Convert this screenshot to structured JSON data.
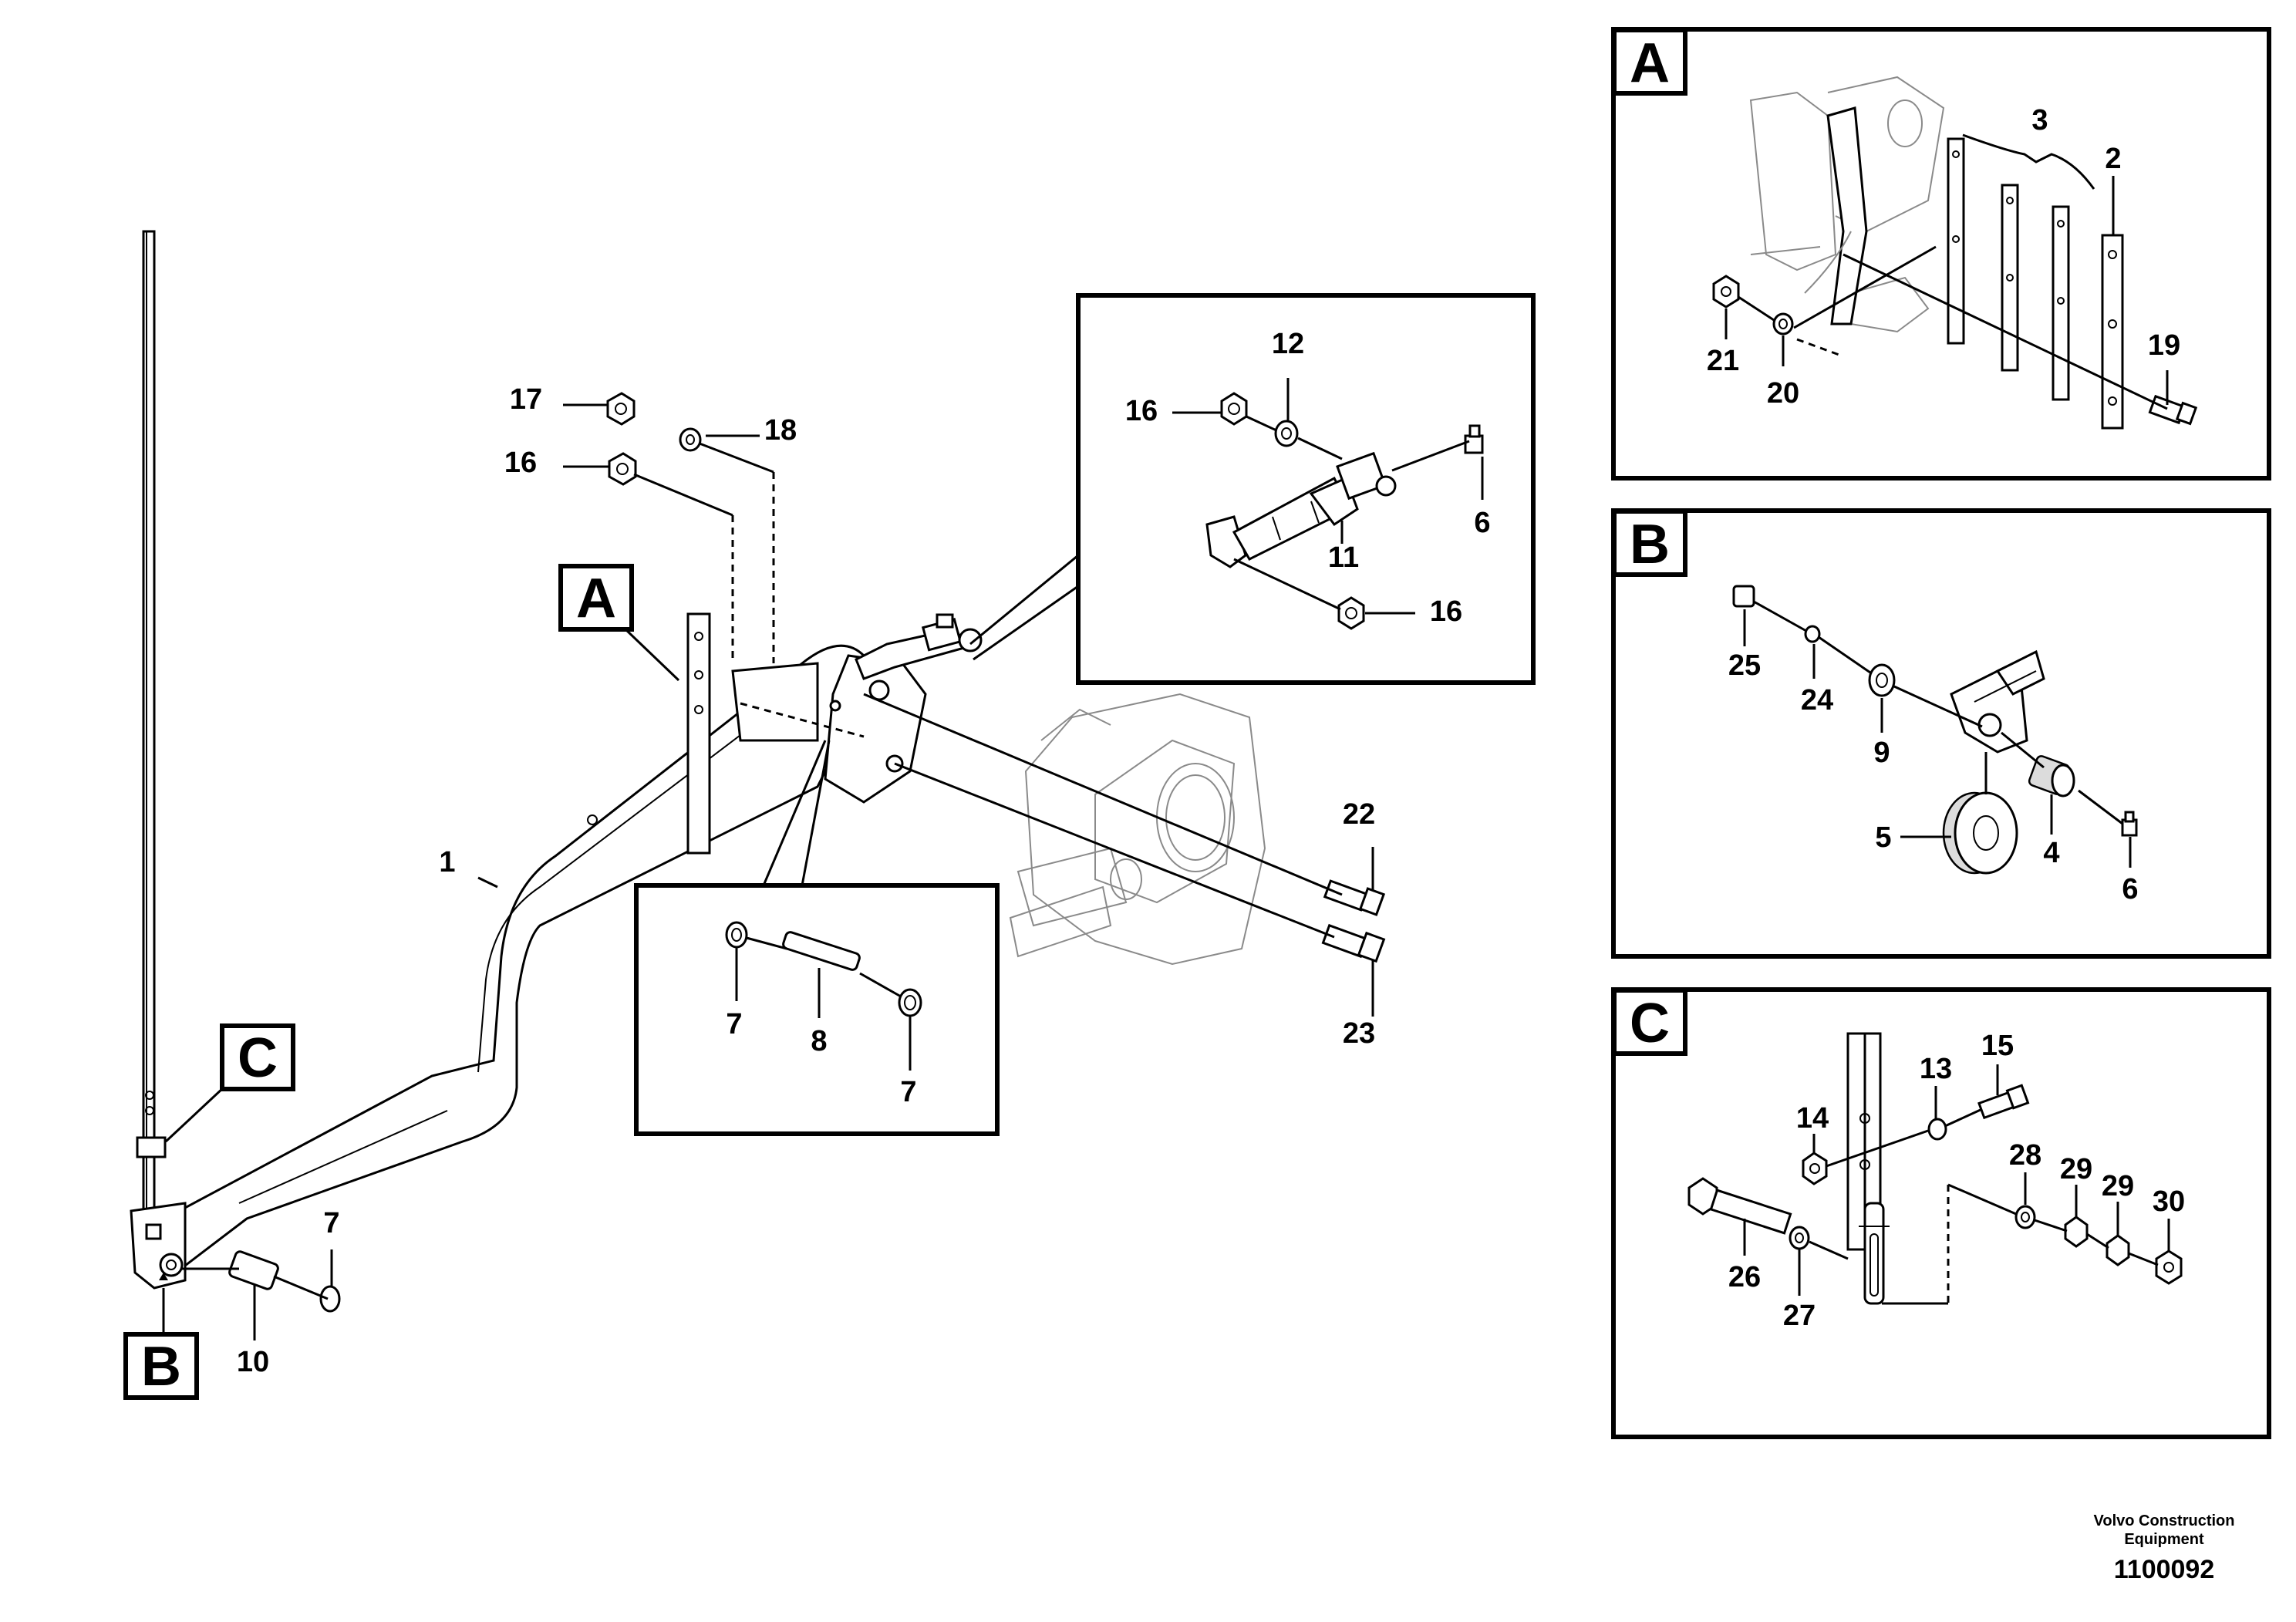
{
  "labels": {
    "n1": "1",
    "n2": "2",
    "n3": "3",
    "n4": "4",
    "n5": "5",
    "n6_main": "6",
    "n6_b": "6",
    "n7_a": "7",
    "n7_b": "7",
    "n7_c": "7",
    "n8": "8",
    "n9": "9",
    "n10": "10",
    "n11": "11",
    "n12": "12",
    "n13": "13",
    "n14": "14",
    "n15": "15",
    "n16_a": "16",
    "n16_b": "16",
    "n16_c": "16",
    "n17": "17",
    "n18": "18",
    "n19": "19",
    "n20": "20",
    "n21": "21",
    "n22": "22",
    "n23": "23",
    "n24": "24",
    "n25": "25",
    "n26": "26",
    "n27": "27",
    "n28": "28",
    "n29_a": "29",
    "n29_b": "29",
    "n30": "30"
  },
  "callouts": {
    "a_main": "A",
    "b_main": "B",
    "c_main": "C",
    "a_panel": "A",
    "b_panel": "B",
    "c_panel": "C"
  },
  "footer": {
    "company_line1": "Volvo Construction",
    "company_line2": "Equipment",
    "drawing_number": "1100092"
  }
}
